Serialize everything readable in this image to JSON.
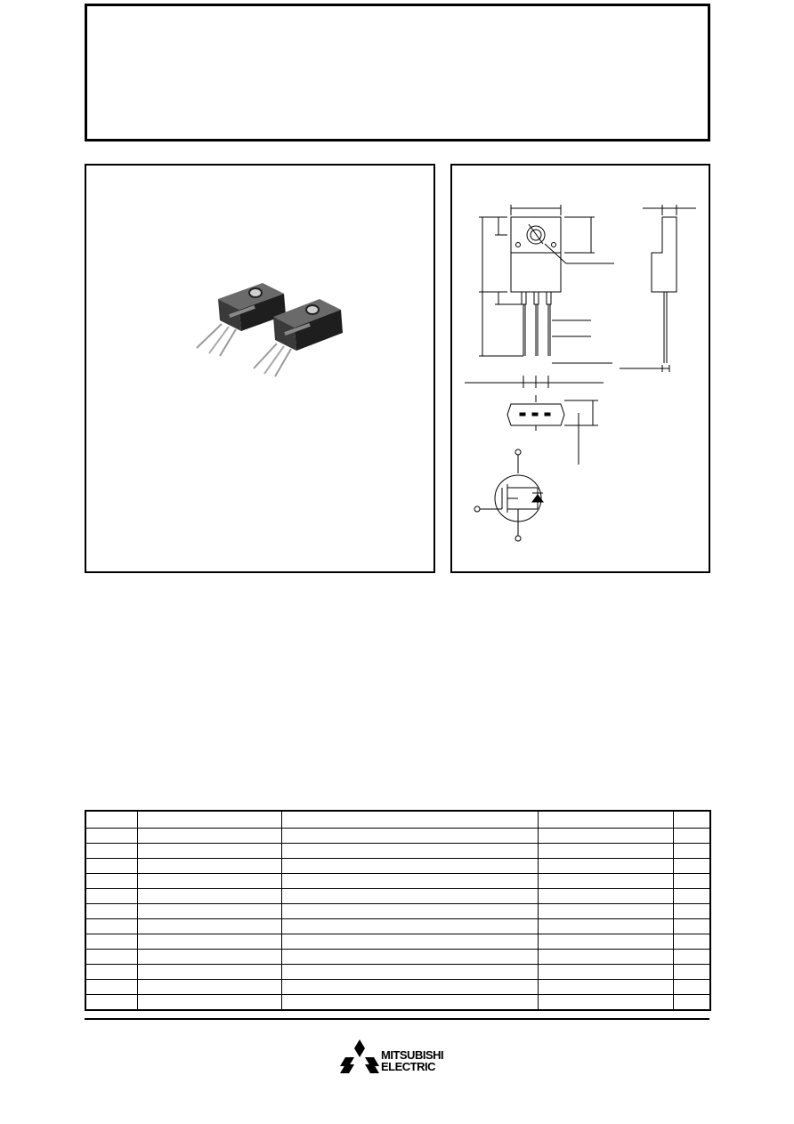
{
  "header": {
    "title": ""
  },
  "ratings_table": {
    "columns": 5,
    "row_count": 13
  },
  "brand": {
    "line1": "MITSUBISHI",
    "line2": "ELECTRIC"
  }
}
